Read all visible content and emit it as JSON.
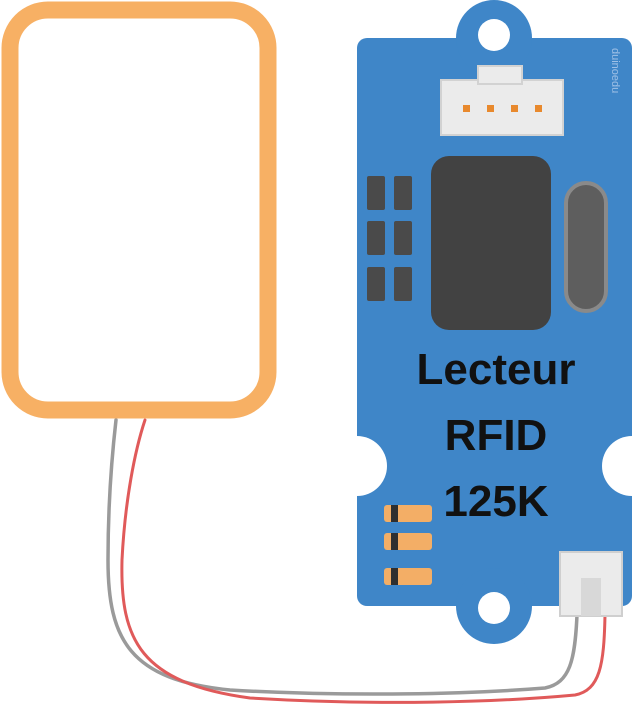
{
  "module": {
    "title_lines": [
      "Lecteur",
      "RFID",
      "125K"
    ],
    "brand": "duinoedu"
  },
  "colors": {
    "board": "#3f86c8",
    "antenna": "#f7b064",
    "chip": "#424242",
    "crystal": "#5e5e5e",
    "pads": "#4a4a4a",
    "connector": "#ebebeb",
    "connector_pin": "#e8892d",
    "wire_gray": "#9a9a9a",
    "wire_red": "#e05a5a",
    "resistor": "#f3ae66",
    "resistor_band": "#2f2f2f",
    "text": "#111111"
  },
  "components": {
    "antenna": "rfid-antenna-coil",
    "chip": "ic-chip",
    "crystal": "crystal-oscillator",
    "top_connector_pins": 4,
    "bottom_connector": "antenna-connector",
    "resistors": 3,
    "smd_pads": 6
  }
}
